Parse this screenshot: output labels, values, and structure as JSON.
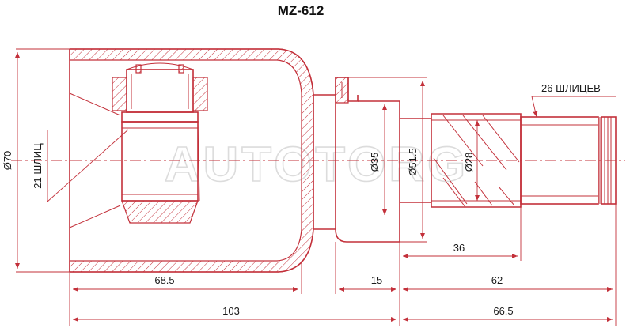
{
  "title": "MZ-612",
  "watermark": "AUTOTORG",
  "colors": {
    "line": "#c3303a",
    "text": "#1a1a1a",
    "watermark": "#dcdcdc"
  },
  "dimensions": {
    "d70": "Ø70",
    "spline21": "21 ШЛИЦ",
    "d35": "Ø35",
    "d51_5": "Ø51.5",
    "d28": "Ø28",
    "spline26": "26 ШЛИЦЕВ",
    "l36": "36",
    "l68_5": "68.5",
    "l15": "15",
    "l62": "62",
    "l103": "103",
    "l66_5": "66.5"
  }
}
